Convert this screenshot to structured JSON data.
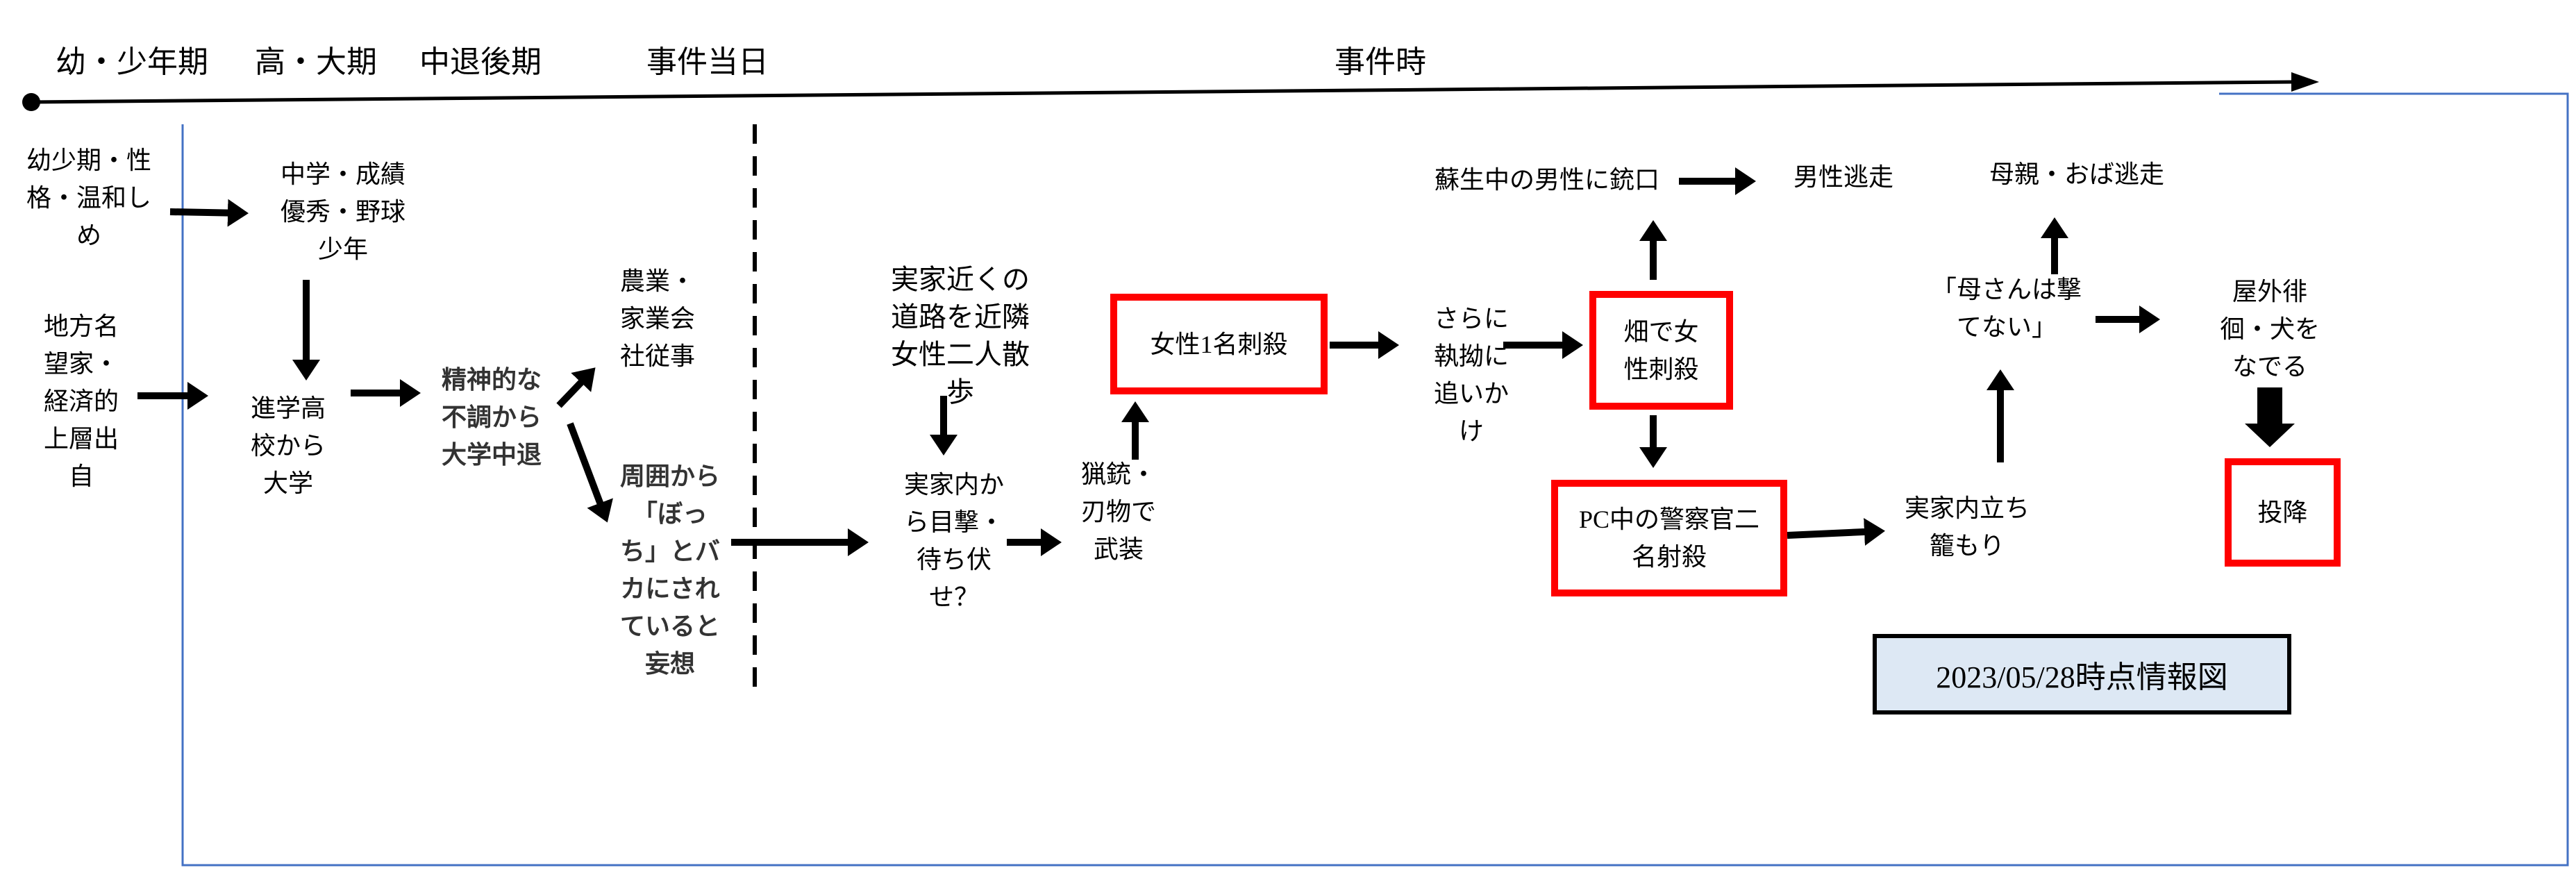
{
  "timeline": {
    "periods": [
      "幼・少年期",
      "高・大期",
      "中退後期",
      "事件当日",
      "事件時"
    ]
  },
  "nodes": {
    "childhood_personality": "幼少期・性\n格・温和し\nめ",
    "family_background": "地方名\n望家・\n経済的\n上層出\n自",
    "junior_high": "中学・成績\n優秀・野球\n少年",
    "high_school_university": "進学高\n校から\n大学",
    "dropout": "精神的な\n不調から\n大学中退",
    "family_business": "農業・\n家業会\n社従事",
    "delusion": "周囲から\n「ぼっ\nち」とバ\nカにされ\nていると\n妄想",
    "women_walking": "実家近くの\n道路を近隣\n女性二人散\n歩",
    "ambush": "実家内か\nら目撃・\n待ち伏\nせ？",
    "armed": "猟銃・\n刃物で\n武装",
    "first_stabbing": "女性1名刺殺",
    "pursuit": "さらに\n執拗に\n追いか\nけ",
    "second_stabbing": "畑で女\n性刺殺",
    "gun_at_man": "蘇生中の男性に銃口",
    "man_escapes": "男性逃走",
    "police_shooting": "PC中の警察官二\n名射殺",
    "barricade": "実家内立ち\n籠もり",
    "cannot_shoot_mother": "「母さんは撃\nてない」",
    "mother_aunt_escape": "母親・おば逃走",
    "wandering": "屋外徘\n徊・犬を\nなでる",
    "surrender": "投降"
  },
  "info_label": "2023/05/28時点情報図",
  "colors": {
    "highlight_border": "#ff0000",
    "frame": "#4472c4",
    "info_fill": "#dde8f4",
    "arrow": "#000000"
  }
}
